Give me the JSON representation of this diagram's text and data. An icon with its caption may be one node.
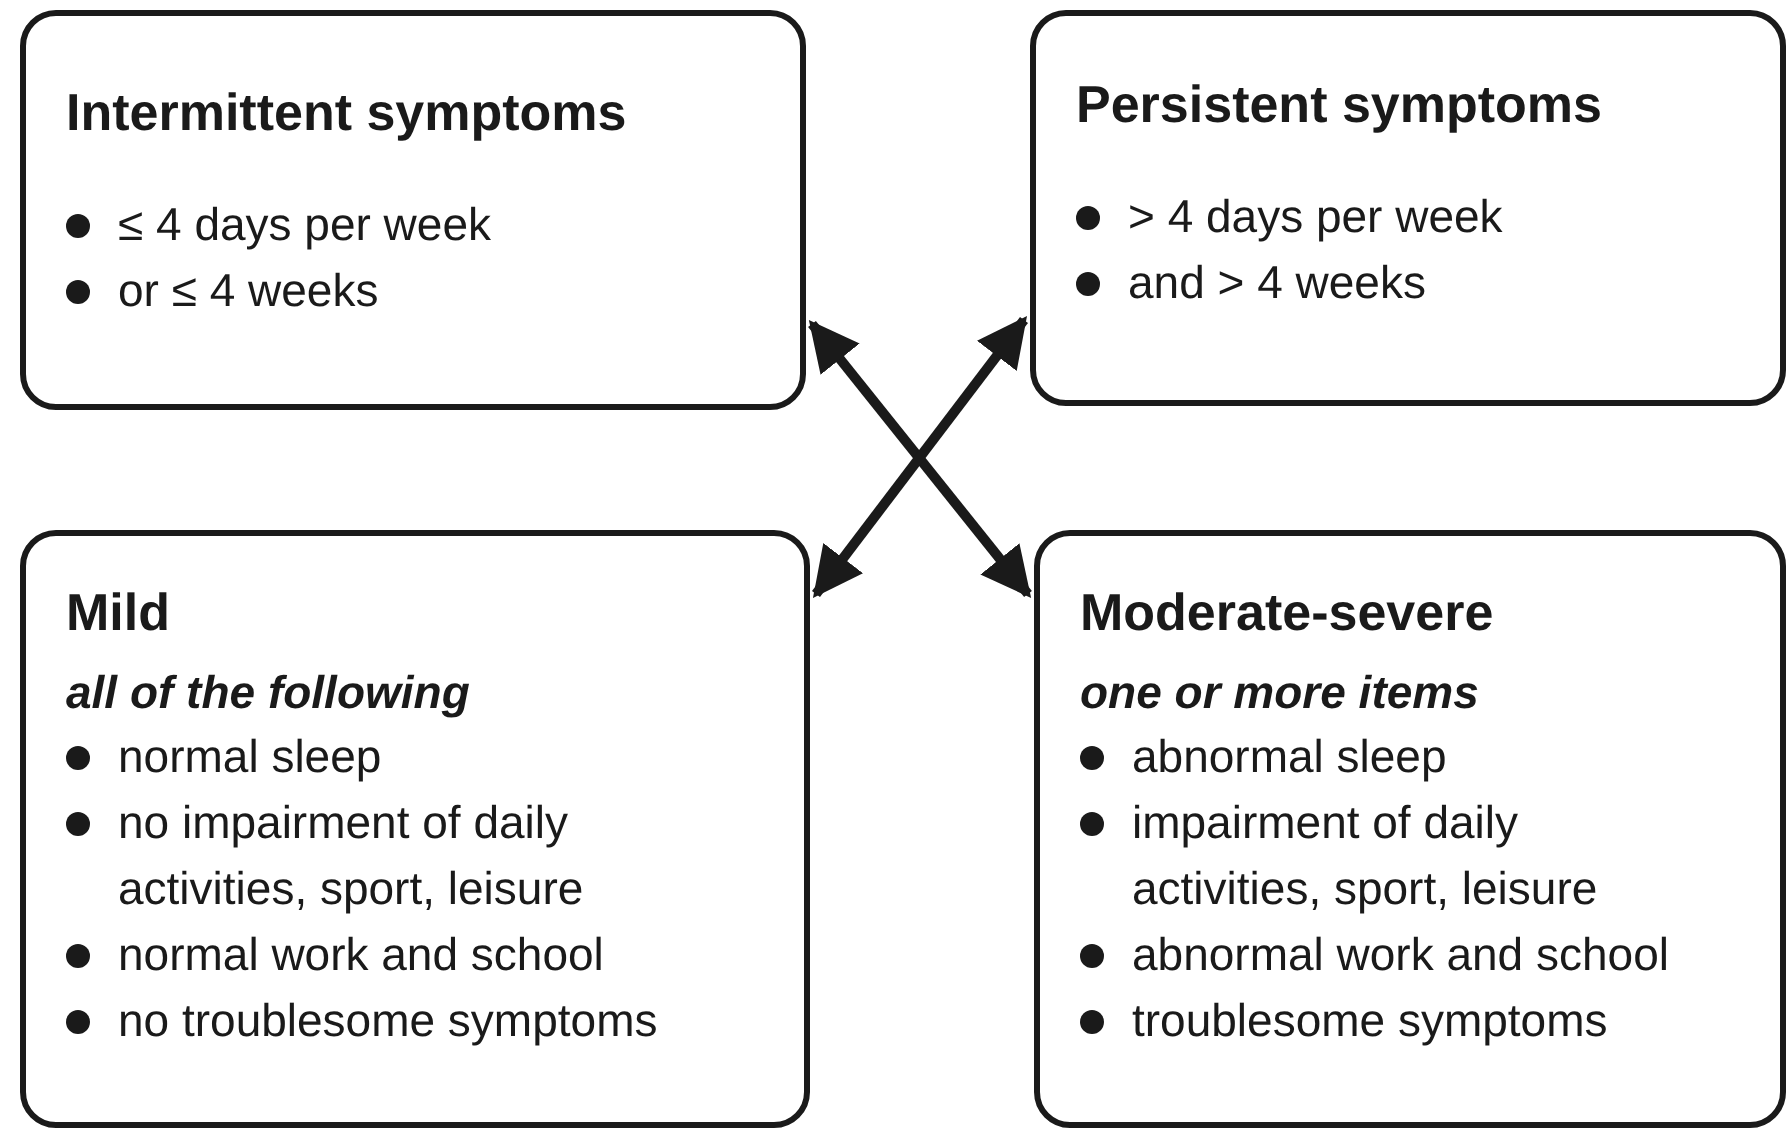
{
  "diagram": {
    "nodes": [
      {
        "text": [
          "Intermittent symptoms",
          "≤ 4 days per week",
          "or ≤ 4 weeks"
        ]
      },
      {
        "text": [
          "Persistent symptoms",
          "> 4 days per week",
          "and > 4 weeks"
        ]
      },
      {
        "text": [
          "Mild",
          "all of the following",
          "normal sleep",
          "no impairment of daily activities, sport, leisure",
          "normal work and school",
          "no troublesome symptoms"
        ]
      },
      {
        "text": [
          "Moderate-severe",
          "one or more items",
          "abnormal sleep",
          "impairment of daily activities, sport, leisure",
          "abnormal work and school",
          "troublesome symptoms"
        ]
      }
    ],
    "edges": [
      {
        "from": 0,
        "to": 3,
        "arrow": "both"
      },
      {
        "from": 1,
        "to": 2,
        "arrow": "both"
      }
    ]
  }
}
